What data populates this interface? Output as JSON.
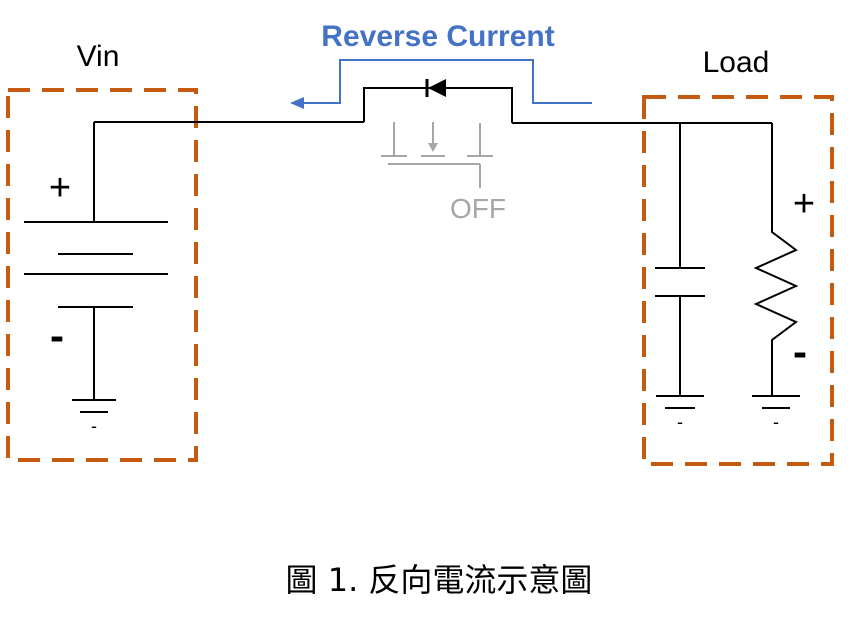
{
  "labels": {
    "vin": "Vin",
    "load": "Load",
    "reverse_current": "Reverse Current",
    "off": "OFF",
    "vin_plus": "+",
    "vin_minus": "-",
    "load_plus": "+",
    "load_minus": "-",
    "ground_mark": "-"
  },
  "caption": "圖 1. 反向電流示意圖",
  "colors": {
    "wire": "#000000",
    "box": "#c55a11",
    "arrow": "#4472c4",
    "mosfet_off": "#a6a6a6"
  }
}
